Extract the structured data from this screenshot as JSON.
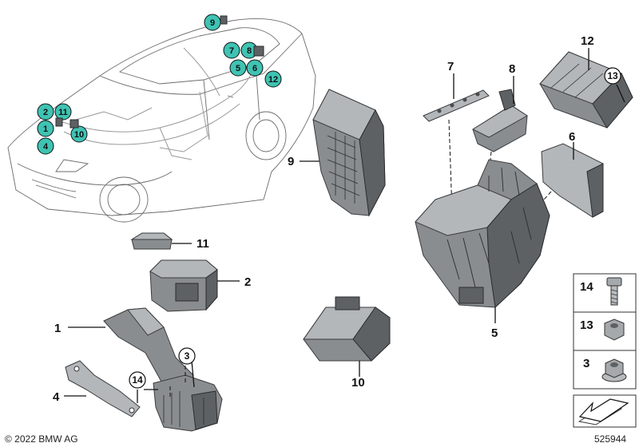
{
  "car_markers": [
    {
      "id": "9",
      "label": "9"
    },
    {
      "id": "7",
      "label": "7"
    },
    {
      "id": "8",
      "label": "8"
    },
    {
      "id": "5",
      "label": "5"
    },
    {
      "id": "6",
      "label": "6"
    },
    {
      "id": "12",
      "label": "12"
    },
    {
      "id": "2",
      "label": "2"
    },
    {
      "id": "11",
      "label": "11"
    },
    {
      "id": "1",
      "label": "1"
    },
    {
      "id": "10",
      "label": "10"
    },
    {
      "id": "4",
      "label": "4"
    }
  ],
  "callouts": {
    "p1": "1",
    "p2": "2",
    "p3": "3",
    "p4": "4",
    "p5": "5",
    "p6": "6",
    "p7": "7",
    "p8": "8",
    "p9": "9",
    "p10": "10",
    "p11": "11",
    "p12": "12",
    "p13": "13",
    "p14": "14"
  },
  "hardware_table": [
    {
      "label": "14",
      "icon": "bolt-icon"
    },
    {
      "label": "13",
      "icon": "nut-icon"
    },
    {
      "label": "3",
      "icon": "flange-nut-icon"
    }
  ],
  "footer": {
    "copyright": "© 2022 BMW AG",
    "diagram_number": "525944"
  },
  "colors": {
    "marker_fill": "#3fc3b3",
    "part_gray": "#8a8d90"
  }
}
